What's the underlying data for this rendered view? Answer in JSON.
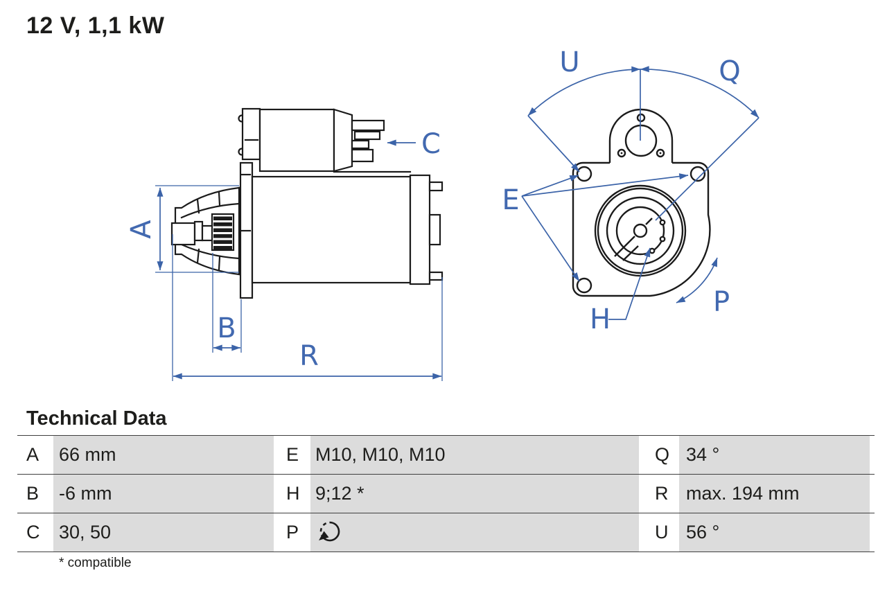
{
  "title": "12 V, 1,1 kW",
  "section_heading": "Technical Data",
  "footnote": "* compatible",
  "colors": {
    "accent_blue": "#3b63a8",
    "drawing_line": "#1b1b1b",
    "table_cell_gray": "#dcdcdc",
    "table_rule": "#3e3e3e"
  },
  "diagram": {
    "views": [
      "side-view-starter-motor",
      "front-view-mounting-flange"
    ],
    "labels": {
      "a": "A",
      "b": "B",
      "c": "C",
      "r": "R",
      "u": "U",
      "q": "Q",
      "e": "E",
      "h": "H",
      "p": "P"
    }
  },
  "table": {
    "rows": [
      {
        "cells": [
          {
            "key": "A",
            "value": "66 mm"
          },
          {
            "key": "E",
            "value": "M10, M10, M10"
          },
          {
            "key": "Q",
            "value": "34 °"
          }
        ]
      },
      {
        "cells": [
          {
            "key": "B",
            "value": "-6 mm"
          },
          {
            "key": "H",
            "value": "9;12 *"
          },
          {
            "key": "R",
            "value": "max. 194 mm"
          }
        ]
      },
      {
        "cells": [
          {
            "key": "C",
            "value": "30, 50"
          },
          {
            "key": "P",
            "value": "",
            "icon": "rotation-ccw-icon"
          },
          {
            "key": "U",
            "value": "56 °"
          }
        ]
      }
    ]
  }
}
